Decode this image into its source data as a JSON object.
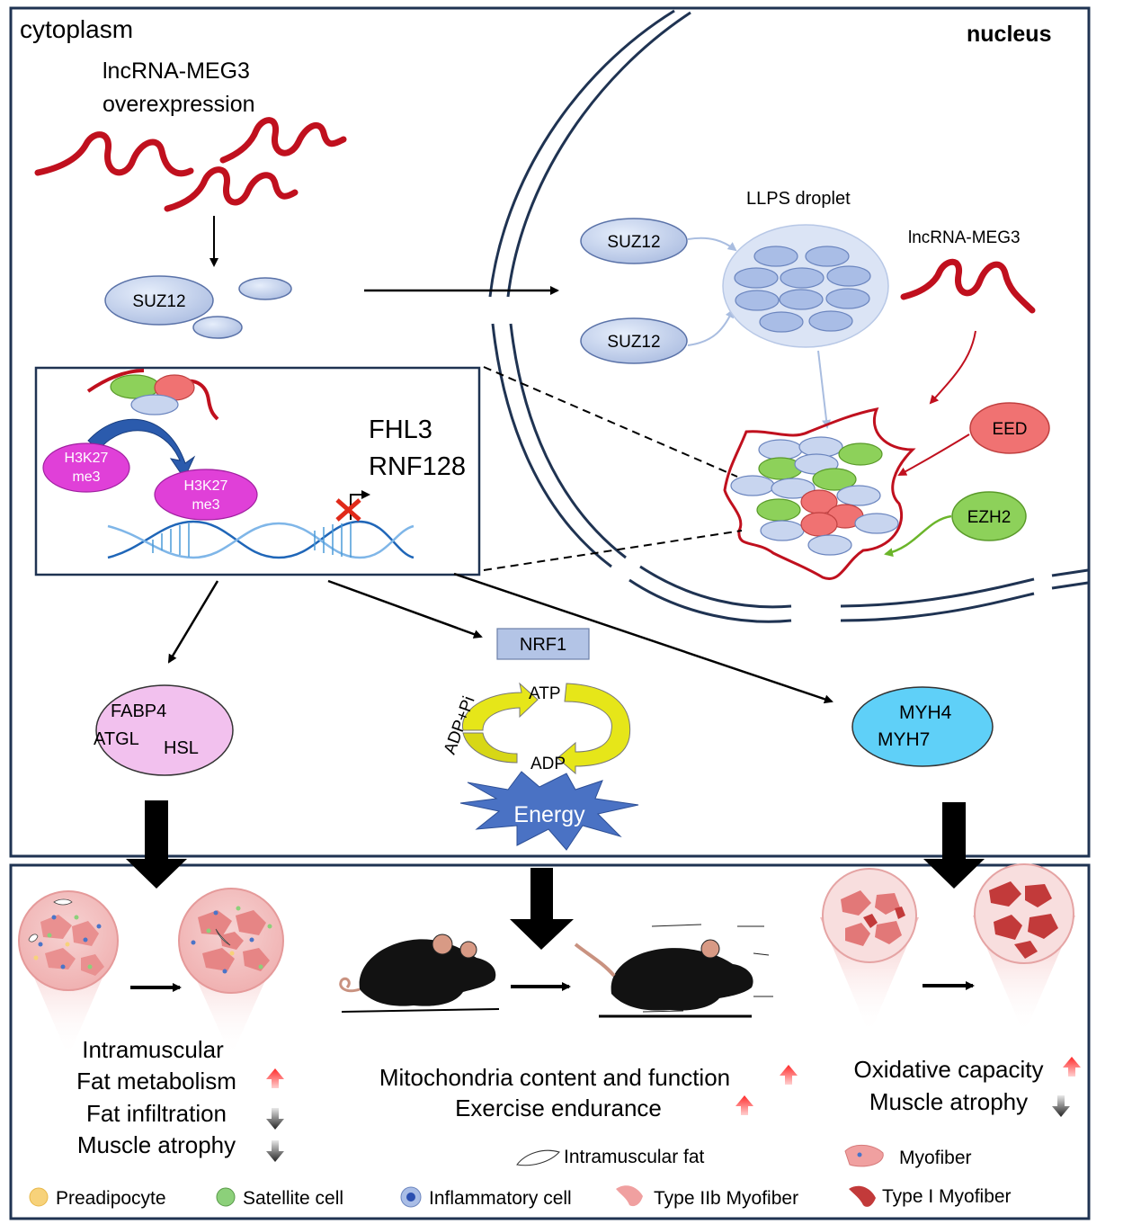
{
  "top_panel": {
    "region_cytoplasm": "cytoplasm",
    "region_nucleus": "nucleus",
    "overexpression_line1": "lncRNA-MEG3",
    "overexpression_line2": "overexpression",
    "suz12_label": "SUZ12",
    "suz12_upper": "SUZ12",
    "suz12_lower": "SUZ12",
    "llps_label": "LLPS droplet",
    "lncrna_nucleus": "lncRNA-MEG3",
    "eed": "EED",
    "ezh2": "EZH2",
    "h3k27_a1": "H3K27",
    "h3k27_a2": "me3",
    "h3k27_b1": "H3K27",
    "h3k27_b2": "me3",
    "gene1": "FHL3",
    "gene2": "RNF128",
    "fat_targets": [
      "FABP4",
      "ATGL",
      "HSL"
    ],
    "nrf1": "NRF1",
    "atp": "ATP",
    "adp": "ADP",
    "adp_pi": "ADP+Pi",
    "energy": "Energy",
    "myh": [
      "MYH4",
      "MYH7"
    ]
  },
  "outcomes": {
    "fat": [
      "Intramuscular",
      "Fat metabolism",
      "Fat infiltration",
      "Muscle atrophy"
    ],
    "mito": [
      "Mitochondria content and function",
      "Exercise endurance"
    ],
    "oxidative": [
      "Oxidative capacity",
      "Muscle atrophy"
    ]
  },
  "legend": {
    "intramuscular_fat": "Intramuscular fat",
    "myofiber": "Myofiber",
    "preadipocyte": "Preadipocyte",
    "satellite_cell": "Satellite cell",
    "inflammatory_cell": "Inflammatory cell",
    "type2b": "Type IIb Myofiber",
    "type1": "Type I Myofiber"
  },
  "colors": {
    "frame": "#1f3352",
    "rna_red": "#c0101e",
    "suz12_blue": "#c3d2ec",
    "eed_red": "#f07272",
    "ezh2_green": "#8dd15a",
    "h3k27_magenta": "#e040d8",
    "fat_oval": "#f2c1ee",
    "myh_oval": "#5fd0f8",
    "nrf1_box": "#b3c4e6",
    "energy_blue": "#4a72c4",
    "cycle_yellow": "#e6e619",
    "up_arrow": "#e62020",
    "down_arrow": "#333333"
  }
}
